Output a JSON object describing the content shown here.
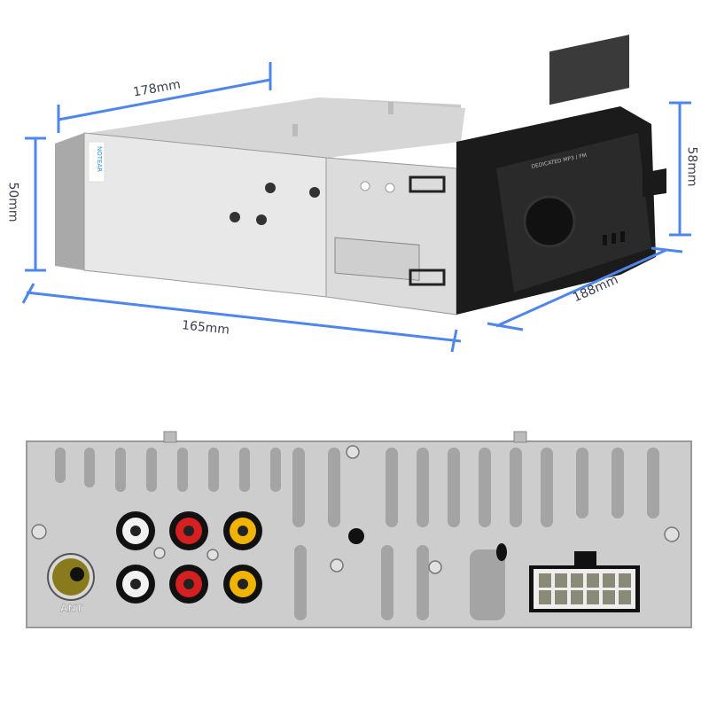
{
  "figure": {
    "description": "Car stereo head unit product photo with dimension annotations",
    "top_view": {
      "dimensions": {
        "depth_top": "178mm",
        "height_rear": "50mm",
        "height_front": "58mm",
        "depth_bottom": "165mm",
        "width_front": "188mm"
      },
      "sticker_text": "NOTEAR",
      "display_text": "DEDICATED MP3 / FM",
      "annotation_color": "#4f86ec"
    },
    "rear_panel": {
      "antenna_label": "ANT",
      "rca_jacks": [
        {
          "row": 1,
          "colors": [
            "#f2f2f2",
            "#d42020",
            "#f0b400"
          ]
        },
        {
          "row": 2,
          "colors": [
            "#f2f2f2",
            "#d42020",
            "#f0b400"
          ]
        }
      ],
      "connector_pins": 12
    }
  }
}
